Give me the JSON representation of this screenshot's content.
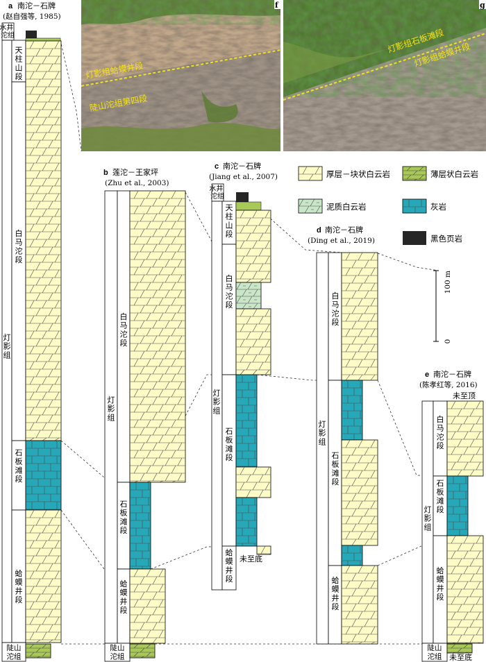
{
  "colors": {
    "dolomite_thick": "#fdfbc6",
    "dolomite_thin": "#a8c858",
    "argillaceous": "#c9e6c8",
    "limestone": "#27a8b8",
    "shale": "#262626",
    "rock_photo": "#a89a8c",
    "vegetation": "#4f7a2c",
    "boundary_line": "#f3e21a"
  },
  "legend": {
    "dolomite_thick": "厚层－块状白云岩",
    "dolomite_thin": "薄层状白云岩",
    "argillaceous": "泥质白云岩",
    "limestone": "灰岩",
    "shale": "黑色页岩"
  },
  "scale": {
    "value_top": "100 m",
    "value_bottom": "0"
  },
  "columns": {
    "a": {
      "letter": "a",
      "title": "南沱－石牌",
      "citation": "(赵自强等, 1985)",
      "formation_top": "水井沱组",
      "member_tianzhu": "天柱山段",
      "member_baimatuo": "白马沱段",
      "member_shibantan": "石板滩段",
      "member_hamajing": "蛤蟆井段",
      "formation_main": "灯影组",
      "formation_bottom": "陡山沱组"
    },
    "b": {
      "letter": "b",
      "title": "莲沱－王家坪",
      "citation": "(Zhu et al., 2003)",
      "member_baimatuo": "白马沱段",
      "member_shibantan": "石板滩段",
      "member_hamajing": "蛤蟆井段",
      "formation_main": "灯影组",
      "formation_bottom": "陡山沱组"
    },
    "c": {
      "letter": "c",
      "title": "南沱－石牌",
      "citation": "(Jiang et al., 2007)",
      "formation_top": "水井沱组",
      "member_tianzhu": "天柱山段",
      "member_baimatuo": "白马沱段",
      "member_shibantan": "石板滩段",
      "member_hamajing": "蛤蟆井段",
      "formation_main": "灯影组",
      "base_note": "未至底"
    },
    "d": {
      "letter": "d",
      "title": "南沱－石牌",
      "citation": "(Ding et al., 2019)",
      "member_baimatuo": "白马沱段",
      "member_shibantan": "石板滩段",
      "member_hamajing": "蛤蟆井段",
      "formation_main": "灯影组"
    },
    "e": {
      "letter": "e",
      "title": "南沱－石牌",
      "citation": "(陈孝红等, 2016)",
      "top_note": "未至顶",
      "member_baimatuo": "白马沱段",
      "member_shibantan": "石板滩段",
      "member_hamajing": "蛤蟆井段",
      "formation_main": "灯影组",
      "formation_bottom": "陡山沱组",
      "base_note": "未至底"
    }
  },
  "photos": {
    "f": {
      "label": "f",
      "upper_unit": "灯影组蛤蟆井段",
      "lower_unit": "陡山沱组第四段"
    },
    "g": {
      "label": "g",
      "upper_unit": "灯影组石板滩段",
      "lower_unit": "灯影组蛤蟆井段"
    }
  }
}
